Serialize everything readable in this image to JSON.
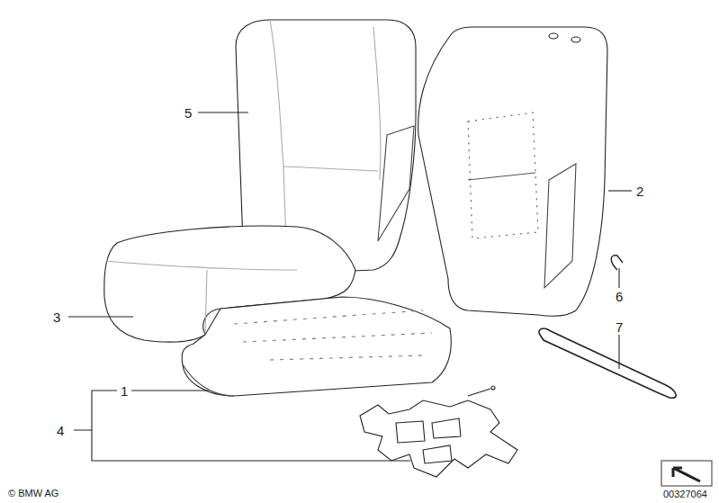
{
  "diagram": {
    "labels": [
      "5",
      "2",
      "3",
      "6",
      "7",
      "1",
      "4",
      "© BMW AG",
      "00327064"
    ]
  }
}
